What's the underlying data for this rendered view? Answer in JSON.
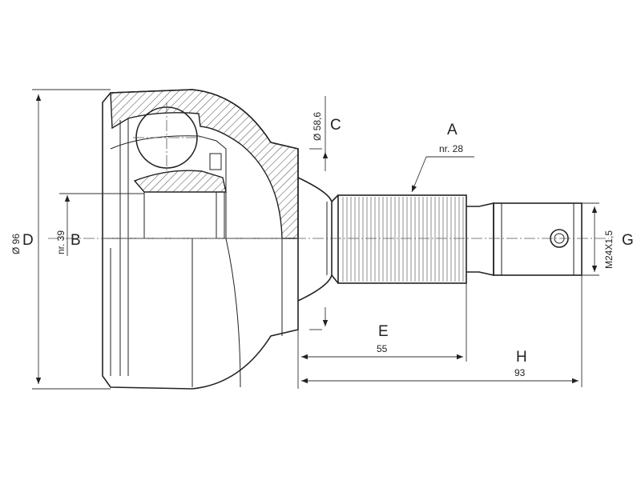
{
  "labels": {
    "A": "A",
    "B": "B",
    "C": "C",
    "D": "D",
    "E": "E",
    "G": "G",
    "H": "H"
  },
  "dimensions": {
    "A_value": "nr. 28",
    "B_value": "nr. 39",
    "C_value": "Ø 58,6",
    "D_value": "Ø 96",
    "E_value": "55",
    "G_value": "M24X1,5",
    "H_value": "93"
  }
}
